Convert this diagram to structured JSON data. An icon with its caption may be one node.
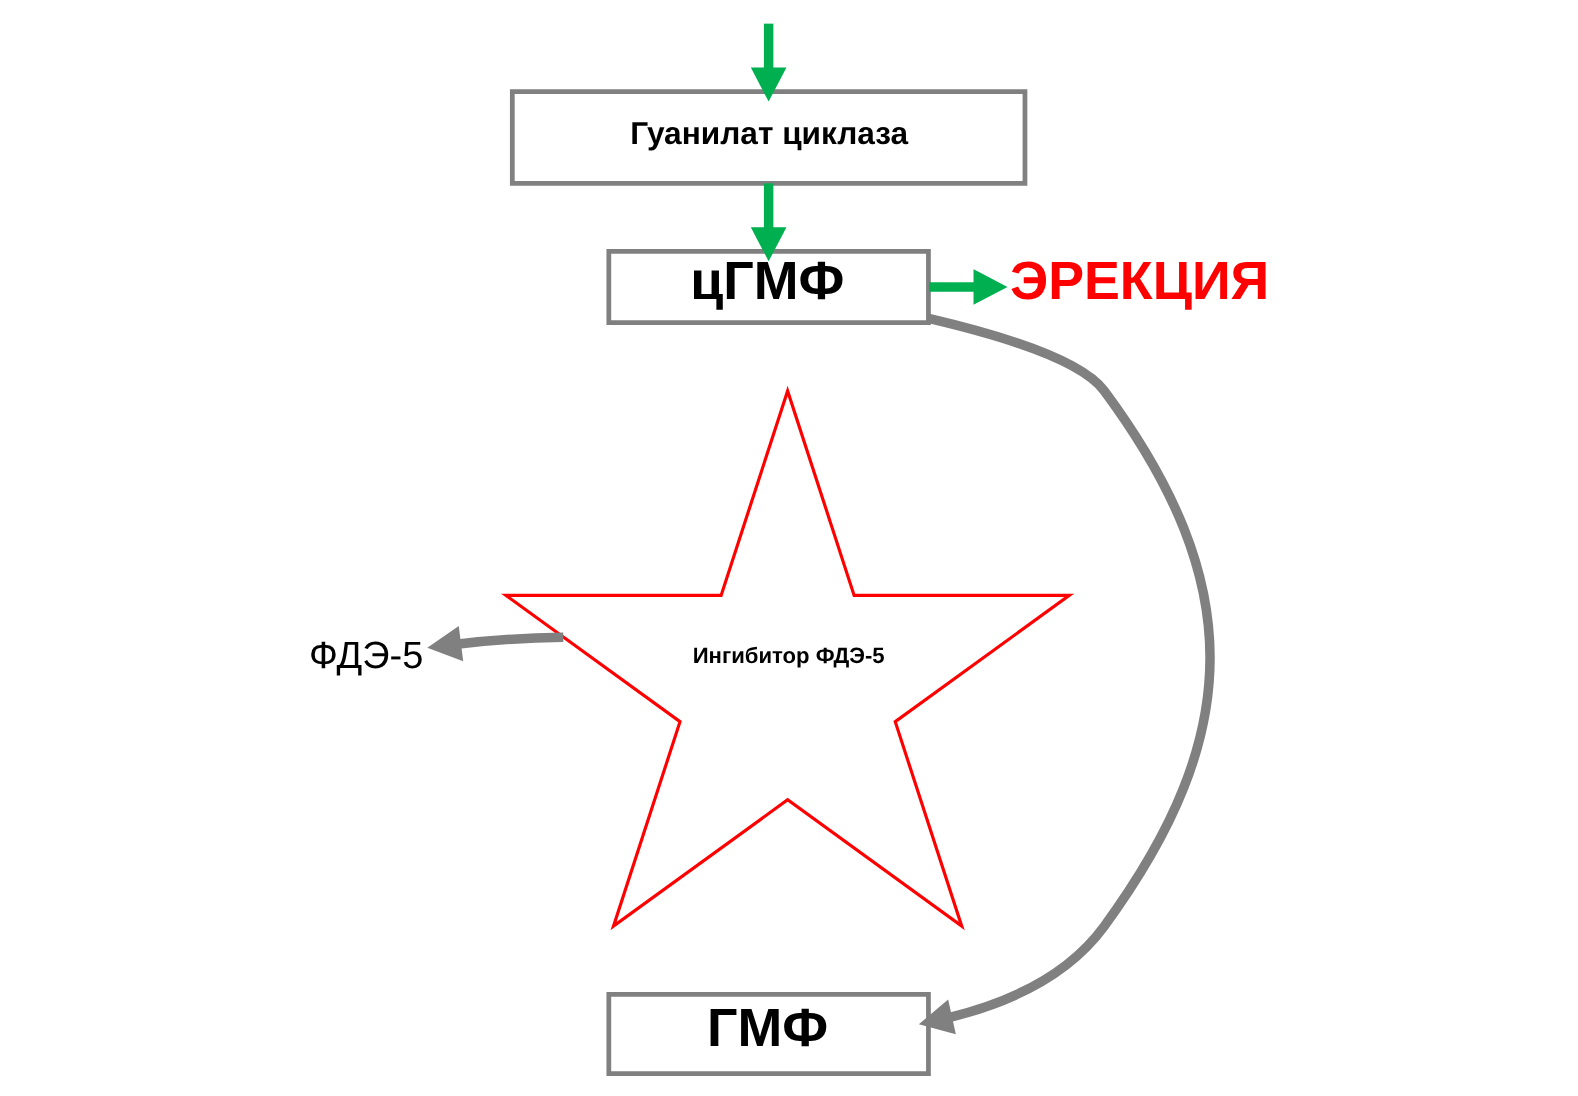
{
  "diagram": {
    "nodes": [
      {
        "text": [
          "Гуанилат циклаза"
        ]
      },
      {
        "text": [
          "цГМФ"
        ]
      },
      {
        "text": [
          "ЭРЕКЦИЯ"
        ]
      },
      {
        "text": [
          "ФДЭ-5"
        ]
      },
      {
        "text": [
          "Ингибитор ФДЭ-5"
        ]
      },
      {
        "text": [
          "ГМФ"
        ]
      }
    ],
    "edges": [
      {
        "from": null,
        "to": 0,
        "arrow": "to"
      },
      {
        "from": 0,
        "to": 1,
        "arrow": "to"
      },
      {
        "from": 1,
        "to": 2,
        "arrow": "to"
      },
      {
        "from": 1,
        "to": 5,
        "arrow": "to",
        "color": "#808080"
      },
      {
        "from": 4,
        "to": 3,
        "arrow": "to",
        "color": "#808080"
      }
    ]
  }
}
